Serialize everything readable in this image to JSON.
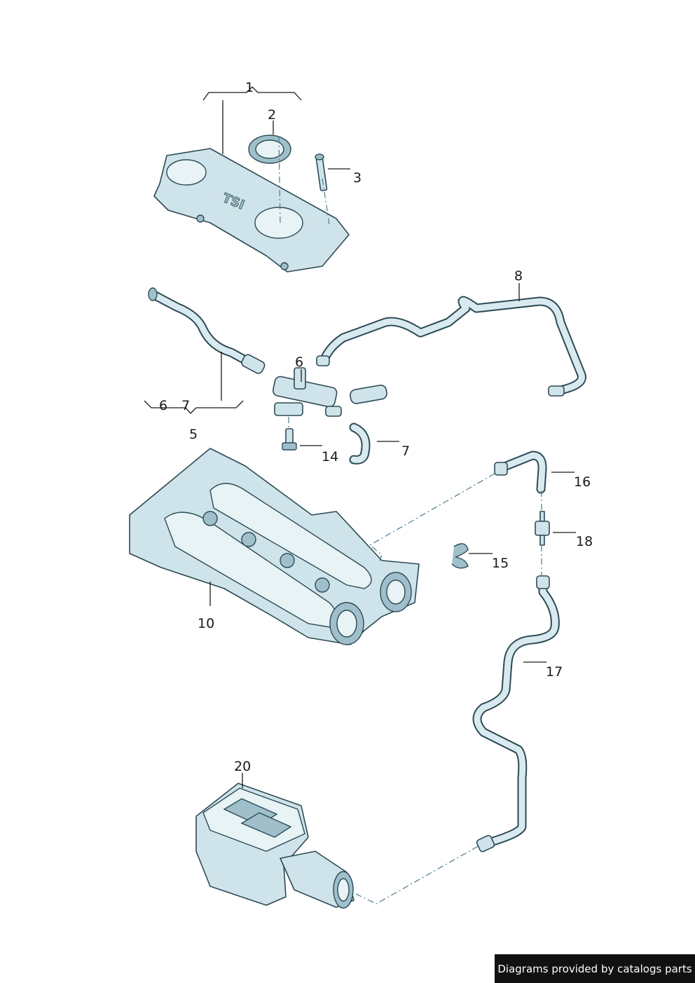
{
  "callouts": {
    "c1": "1",
    "c2": "2",
    "c3": "3",
    "c5": "5",
    "c6a": "6",
    "c6b": "6",
    "c7a": "7",
    "c7b": "7",
    "c8": "8",
    "c10": "10",
    "c14": "14",
    "c15": "15",
    "c16": "16",
    "c17": "17",
    "c18": "18",
    "c20": "20"
  },
  "cover_badge_text": "TSI",
  "footer": {
    "credit": "Diagrams provided by catalogs parts"
  },
  "colors": {
    "part_fill": "#cfe3ea",
    "part_stroke": "#2c4a55",
    "footer_bg": "#111111"
  }
}
